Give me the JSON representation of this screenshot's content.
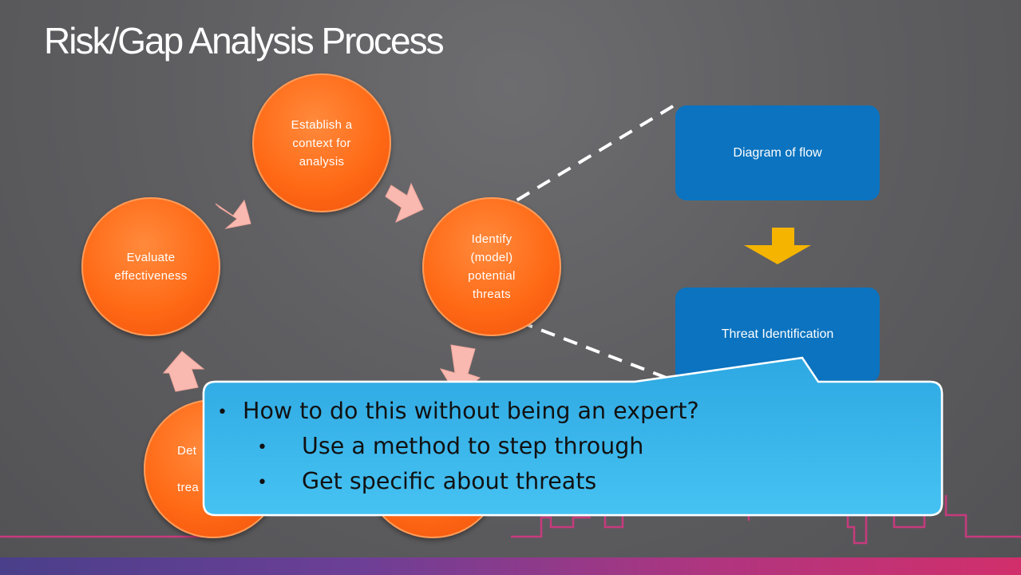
{
  "title": "Risk/Gap Analysis Process",
  "cycle_nodes": [
    {
      "id": "establish",
      "lines": [
        "Establish a",
        "context for",
        "analysis"
      ]
    },
    {
      "id": "identify",
      "lines": [
        "Identify",
        "(model)",
        "potential",
        "threats"
      ]
    },
    {
      "id": "evaluate",
      "lines": [
        "Evaluate",
        "effectiveness"
      ]
    },
    {
      "id": "determine",
      "lines": [
        "Det",
        "",
        "trea"
      ]
    }
  ],
  "flow_boxes": {
    "diagram": "Diagram of flow",
    "threat": "Threat Identification"
  },
  "callout": {
    "line1": "How to do this without being an expert?",
    "line2": "Use a method to step through",
    "line3": "Get specific about threats",
    "bullet": "•"
  },
  "colors": {
    "node_orange": "#ff6a16",
    "box_blue": "#0b73bf",
    "arrow_pink": "#f9b9b0",
    "down_arrow": "#f4b400",
    "callout_blue": "#3fb6ea"
  }
}
